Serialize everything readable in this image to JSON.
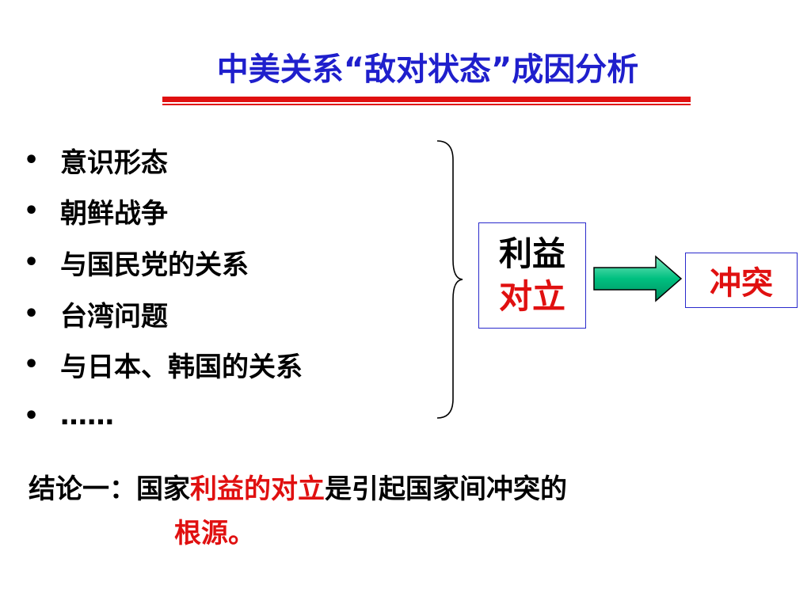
{
  "slide": {
    "title": "中美关系“敌对状态”成因分析",
    "bullet_symbol": "•",
    "bullets": [
      "意识形态",
      "朝鲜战争",
      "与国民党的关系",
      "台湾问题",
      "与日本、韩国的关系",
      "……"
    ],
    "interest_box": {
      "line1": "利益",
      "line2": "对立"
    },
    "conflict_box": "冲突",
    "conclusion": {
      "prefix": "结论一：国家",
      "highlight": "利益的对立",
      "suffix": "是引起国家间冲突的",
      "line2": "根源。"
    },
    "colors": {
      "title": "#1f1fcc",
      "rule": "#e01010",
      "highlight": "#e01010",
      "box_border": "#2a2acc",
      "arrow_fill": "#00c080"
    }
  }
}
